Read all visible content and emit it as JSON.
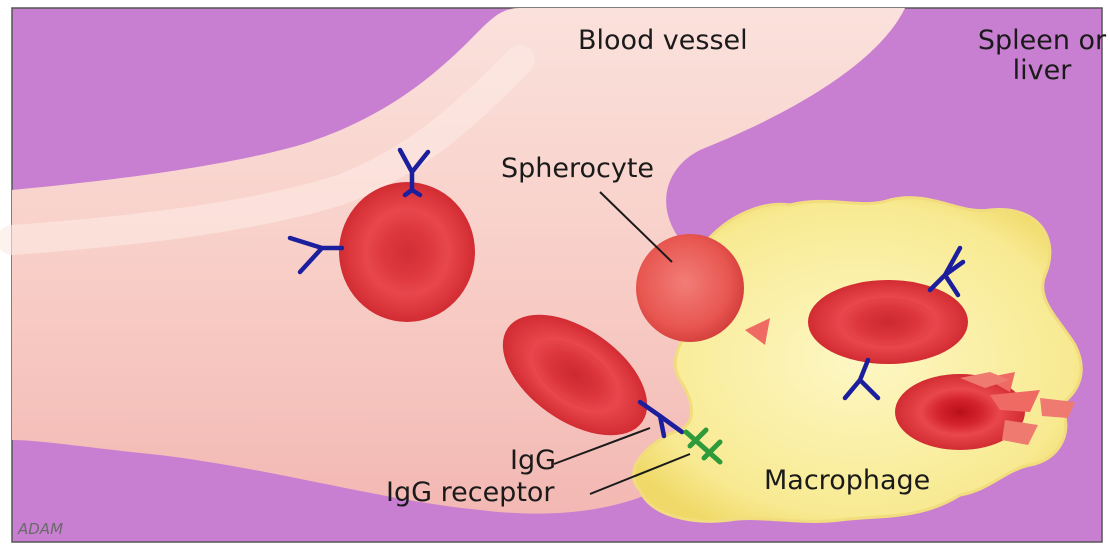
{
  "labels": {
    "blood_vessel": "Blood vessel",
    "spleen_or_liver_line1": "Spleen or",
    "spleen_or_liver_line2": "liver",
    "spherocyte": "Spherocyte",
    "igg": "IgG",
    "igg_receptor": "IgG receptor",
    "macrophage": "Macrophage",
    "credit": "ADAM"
  },
  "colors": {
    "background_tissue": "#c97fd1",
    "blood_vessel": "#f8cfc8",
    "red_cell": "#e2383c",
    "red_cell_center": "#c2161f",
    "macrophage": "#f9ef9c",
    "antibody": "#1b1f9e",
    "receptor": "#2e9a3a"
  }
}
